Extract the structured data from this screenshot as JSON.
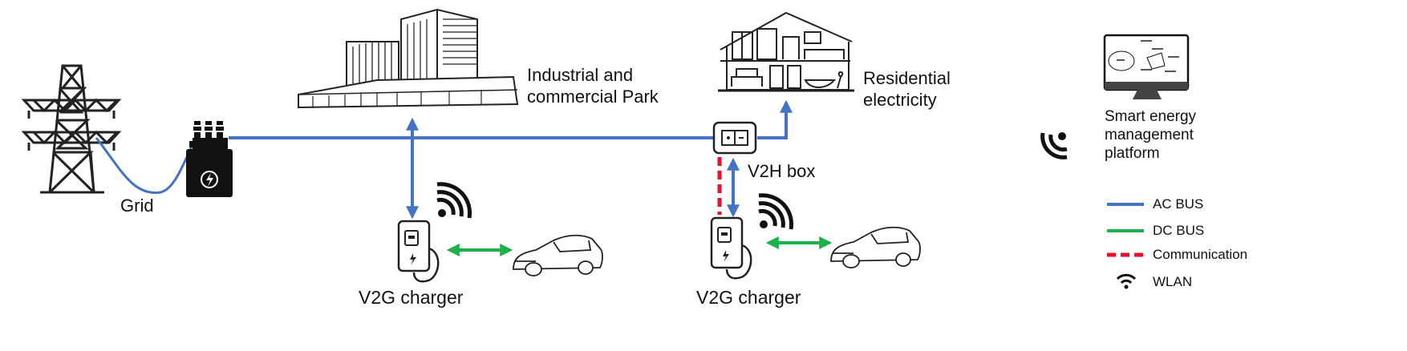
{
  "labels": {
    "grid": "Grid",
    "industrial": "Industrial and\ncommercial Park",
    "residential": "Residential\nelectricity",
    "v2h_box": "V2H box",
    "v2g_charger_left": "V2G charger",
    "v2g_charger_right": "V2G charger",
    "platform": "Smart energy\nmanagement\nplatform"
  },
  "legend": [
    {
      "label": "AC BUS",
      "style": "solid",
      "color": "#4472C4"
    },
    {
      "label": "DC BUS",
      "style": "solid",
      "color": "#1BB14C"
    },
    {
      "label": "Communication",
      "style": "dashed",
      "color": "#E8112D"
    },
    {
      "label": "WLAN",
      "style": "wifi",
      "color": "#111111"
    }
  ],
  "colors": {
    "ac_bus": "#4472C4",
    "dc_bus": "#1BB14C",
    "communication": "#E8112D",
    "ink": "#111111"
  }
}
